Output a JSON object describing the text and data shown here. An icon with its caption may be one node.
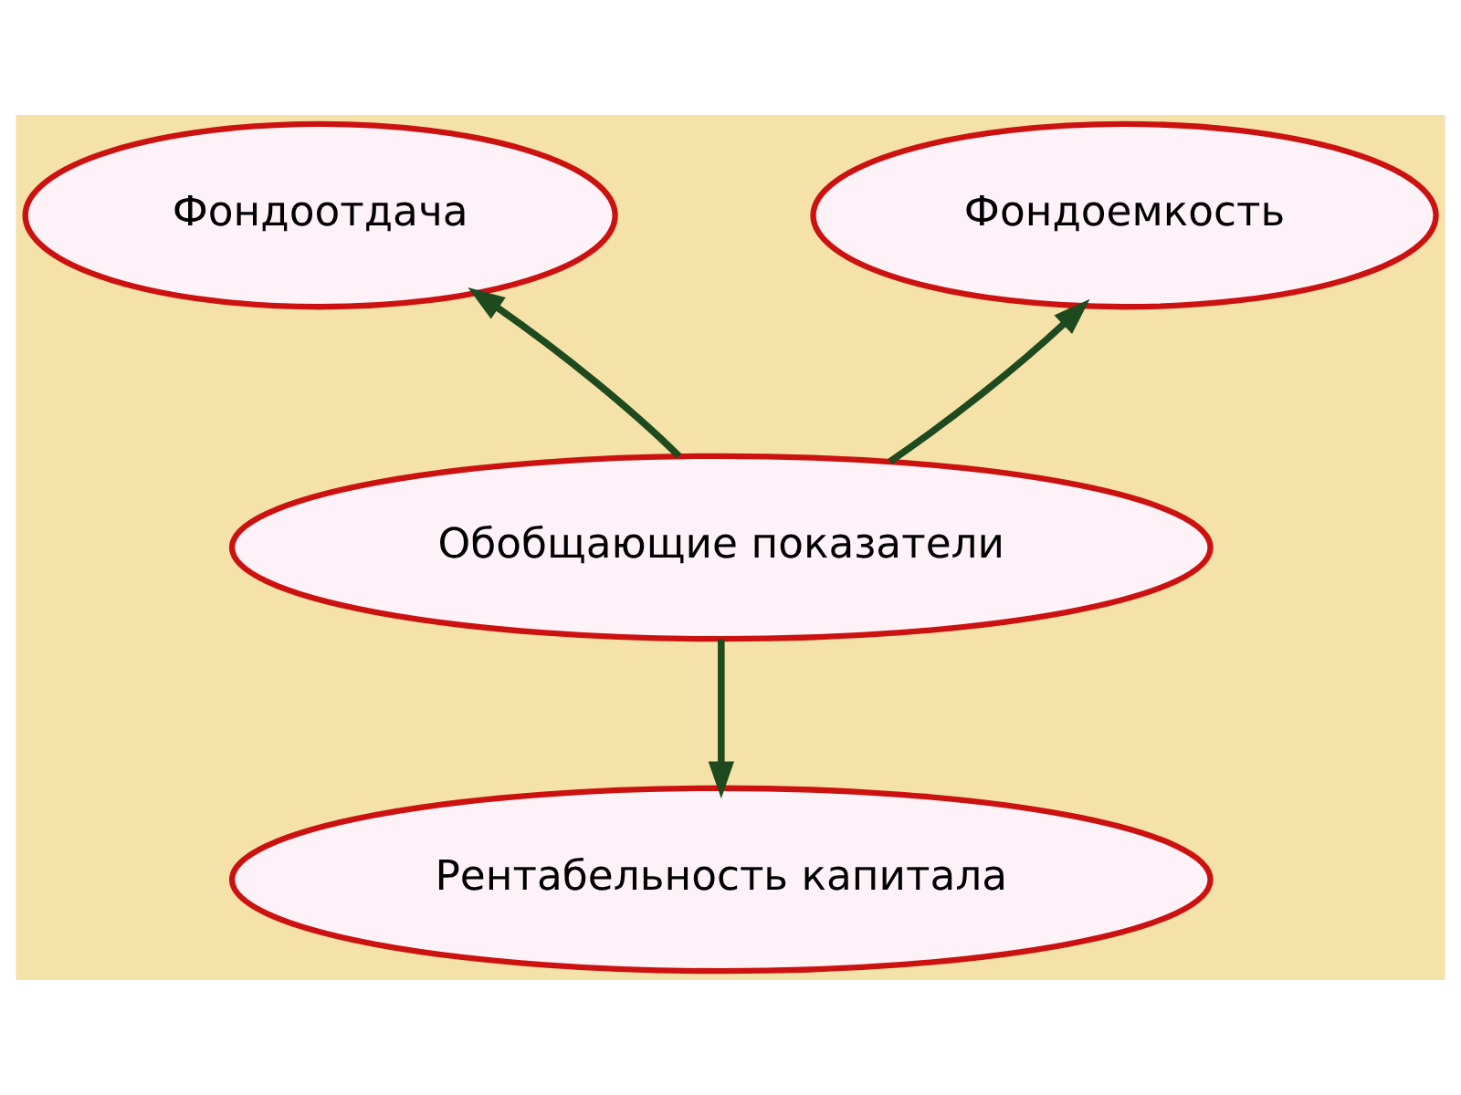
{
  "diagram": {
    "nodes": [
      {
        "text": [
          "Фондоотдача"
        ]
      },
      {
        "text": [
          "Фондоемкость"
        ]
      },
      {
        "text": [
          "Обобщающие показатели"
        ]
      },
      {
        "text": [
          "Рентабельность капитала"
        ]
      }
    ],
    "edges": [
      {
        "from": 2,
        "to": 0,
        "arrow": "to"
      },
      {
        "from": 2,
        "to": 1,
        "arrow": "to"
      },
      {
        "from": 2,
        "to": 3,
        "arrow": "to"
      }
    ]
  }
}
